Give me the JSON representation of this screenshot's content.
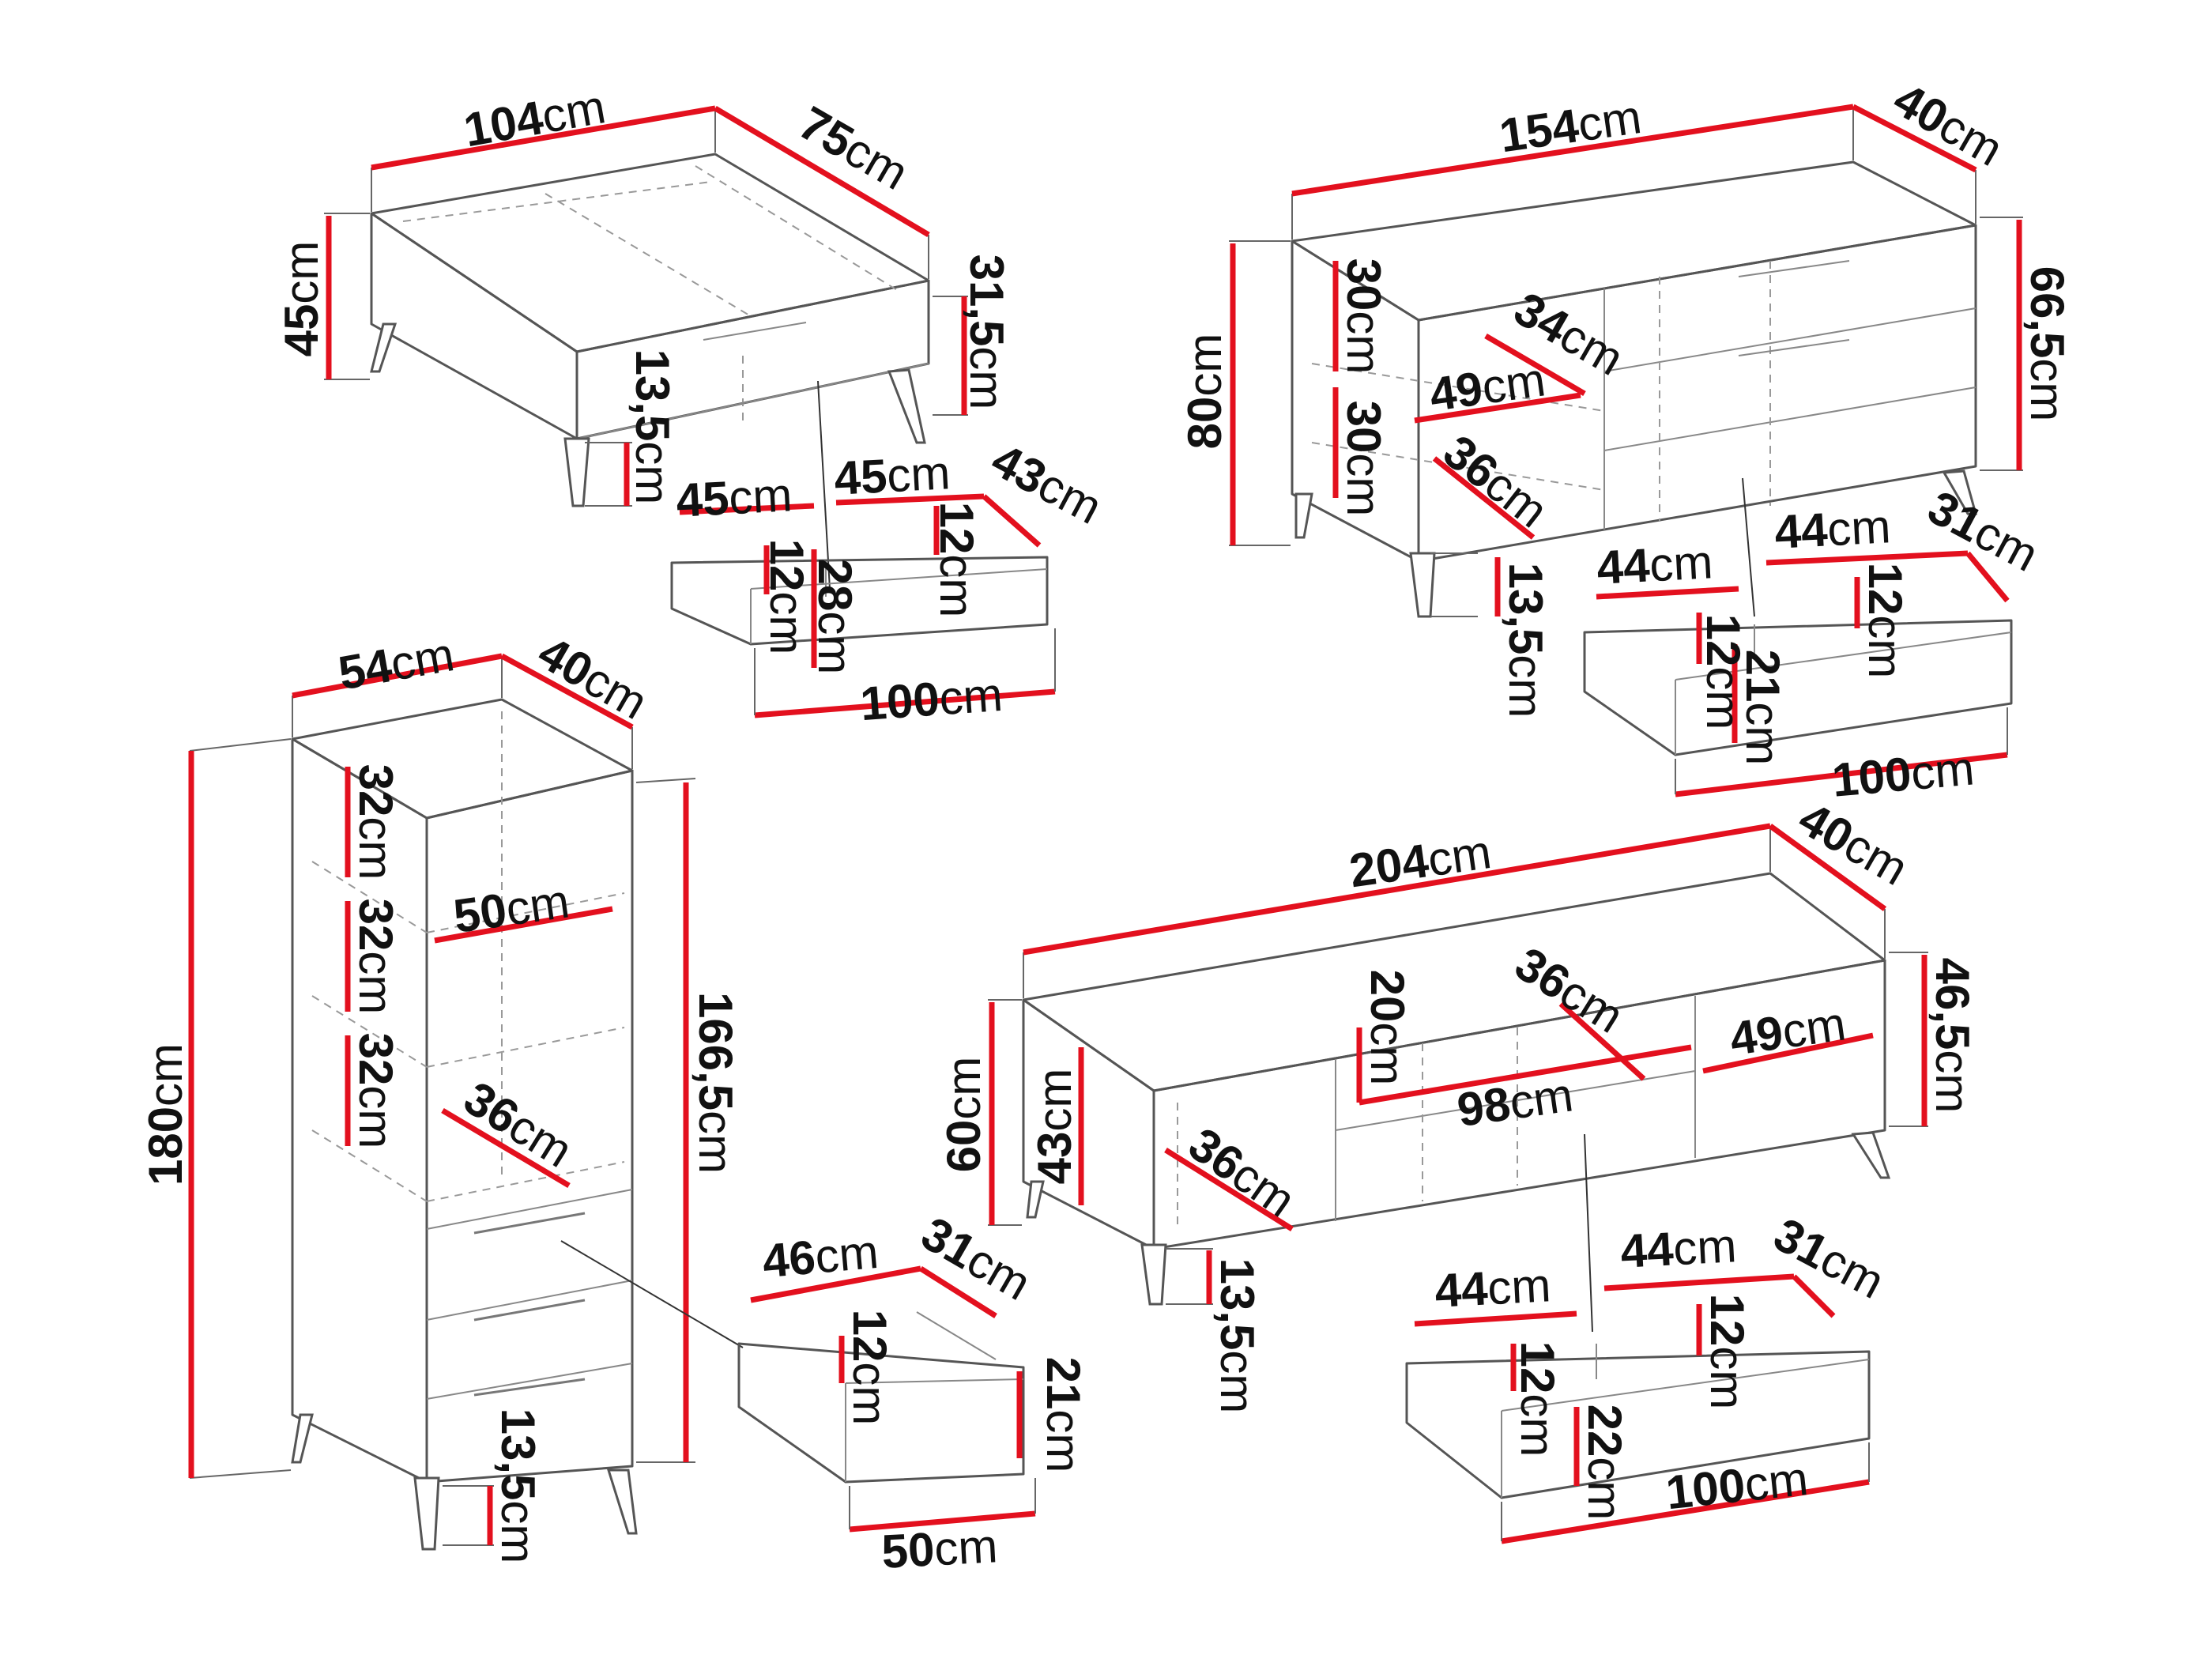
{
  "colors": {
    "dimension": "#e3101e",
    "outline": "#555555",
    "text": "#111111",
    "background": "#ffffff"
  },
  "unit": "cm",
  "coffee_table": {
    "labels": {
      "width": "104",
      "depth": "75",
      "height": "45",
      "front": "31,5",
      "legs": "13,5",
      "drawer_a_width": "45",
      "drawer_b_width": "45",
      "drawer_depth": "43",
      "drawer_a_inner": "12",
      "drawer_b_inner": "12",
      "drawer_a_height": "12",
      "drawer_front": "28",
      "drawer_total": "100"
    }
  },
  "sideboard": {
    "labels": {
      "width": "154",
      "depth": "40",
      "height": "80",
      "front": "66,5",
      "shelf_upper": "30",
      "shelf_lower": "30",
      "compartment_a": "34",
      "compartment_b": "49",
      "compartment_c": "36",
      "legs": "13,5",
      "drawer_a_width": "44",
      "drawer_b_width": "44",
      "drawer_depth": "31",
      "drawer_a_inner": "12",
      "drawer_b_inner": "12",
      "drawer_front": "21",
      "drawer_total": "100"
    }
  },
  "tall_cabinet": {
    "labels": {
      "width": "54",
      "depth": "40",
      "height": "180",
      "front": "166,5",
      "shelf_1": "32",
      "shelf_2": "32",
      "shelf_3": "32",
      "shelf_width": "50",
      "shelf_depth": "36",
      "legs": "13,5",
      "drawer_width": "46",
      "drawer_depth": "31",
      "drawer_inner": "12",
      "drawer_front": "21",
      "drawer_total": "50"
    }
  },
  "tv_stand": {
    "labels": {
      "width": "204",
      "depth": "40",
      "height": "60",
      "front": "46,5",
      "left_height": "43",
      "center_height": "20",
      "center_depth": "36",
      "center_width": "98",
      "right_width": "49",
      "left_depth": "36",
      "legs": "13,5",
      "drawer_a_width": "44",
      "drawer_b_width": "44",
      "drawer_depth": "31",
      "drawer_a_inner": "12",
      "drawer_b_inner": "12",
      "drawer_front": "22",
      "drawer_total": "100"
    }
  }
}
